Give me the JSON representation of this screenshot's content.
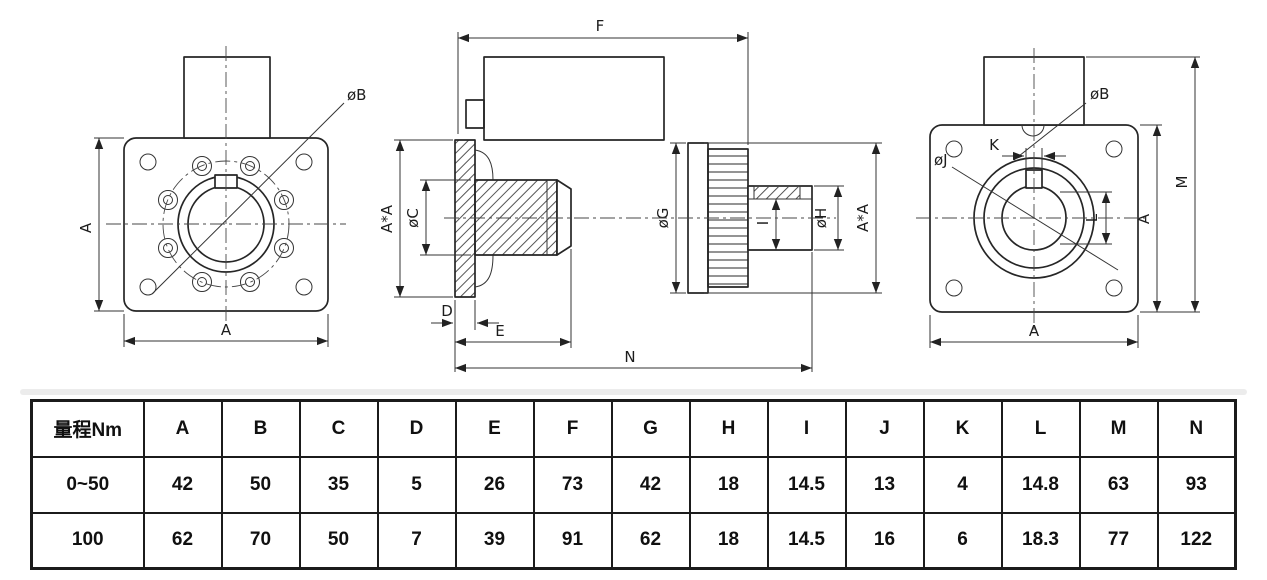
{
  "drawing": {
    "front": {
      "phi_b": "øB",
      "a_left": "A",
      "a_bottom": "A"
    },
    "side": {
      "f": "F",
      "axa_left": "A*A",
      "phi_c": "øC",
      "phi_g": "øG",
      "axa_right": "A*A",
      "d": "D",
      "e": "E",
      "n": "N",
      "i": "I",
      "phi_h": "øH"
    },
    "rear": {
      "phi_b": "øB",
      "phi_j": "øJ",
      "k": "K",
      "l": "L",
      "a_right": "A",
      "m": "M",
      "a_bottom": "A"
    }
  },
  "table": {
    "headers": [
      "量程Nm",
      "A",
      "B",
      "C",
      "D",
      "E",
      "F",
      "G",
      "H",
      "I",
      "J",
      "K",
      "L",
      "M",
      "N"
    ],
    "rows": [
      [
        "0~50",
        "42",
        "50",
        "35",
        "5",
        "26",
        "73",
        "42",
        "18",
        "14.5",
        "13",
        "4",
        "14.8",
        "63",
        "93"
      ],
      [
        "100",
        "62",
        "70",
        "50",
        "7",
        "39",
        "91",
        "62",
        "18",
        "14.5",
        "16",
        "6",
        "18.3",
        "77",
        "122"
      ]
    ]
  }
}
